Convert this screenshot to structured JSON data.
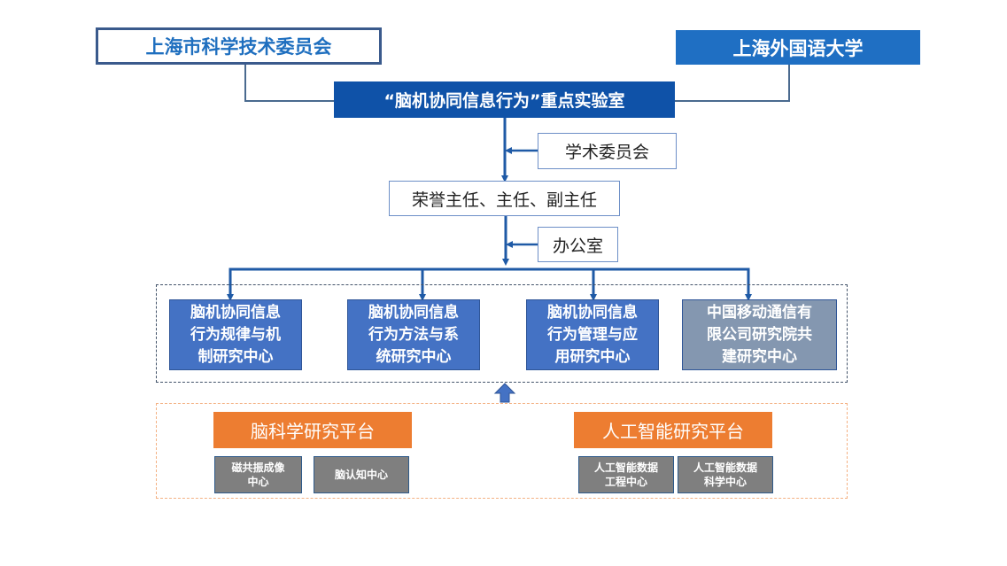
{
  "sponsors": [
    {
      "label": "上海市科学技术委员会"
    },
    {
      "label": "上海外国语大学"
    }
  ],
  "lab": {
    "label": "“脑机协同信息行为”重点实验室"
  },
  "academic_committee": {
    "label": "学术委员会"
  },
  "directors": {
    "label": "荣誉主任、主任、副主任"
  },
  "office": {
    "label": "办公室"
  },
  "research_centers": [
    {
      "label": "脑机协同信息行为规律与机制研究中心",
      "lines": [
        "脑机协同信息",
        "行为规律与机",
        "制研究中心"
      ]
    },
    {
      "label": "脑机协同信息行为方法与系统研究中心",
      "lines": [
        "脑机协同信息",
        "行为方法与系",
        "统研究中心"
      ]
    },
    {
      "label": "脑机协同信息行为管理与应用研究中心",
      "lines": [
        "脑机协同信息",
        "行为管理与应",
        "用研究中心"
      ]
    },
    {
      "label": "中国移动通信有限公司研究院共建研究中心",
      "lines": [
        "中国移动通信有",
        "限公司研究院共",
        "建研究中心"
      ]
    }
  ],
  "platforms": [
    {
      "label": "脑科学研究平台",
      "subcenters": [
        {
          "lines": [
            "磁共振成像",
            "中心"
          ]
        },
        {
          "lines": [
            "脑认知中心"
          ]
        }
      ]
    },
    {
      "label": "人工智能研究平台",
      "subcenters": [
        {
          "lines": [
            "人工智能数据",
            "工程中心"
          ]
        },
        {
          "lines": [
            "人工智能数据",
            "科学中心"
          ]
        }
      ]
    }
  ],
  "colors": {
    "sponsor_outline": "#3a5a8c",
    "sponsor_text": "#1f6fbf",
    "sponsor_fill": "#1f6fc3",
    "lab_fill": "#0f52a8",
    "center_blue": "#4472c4",
    "center_gray": "#8497b0",
    "platform_orange": "#ed7d31",
    "subcenter_gray": "#7f7f7f",
    "connector": "#1f5aa6"
  }
}
